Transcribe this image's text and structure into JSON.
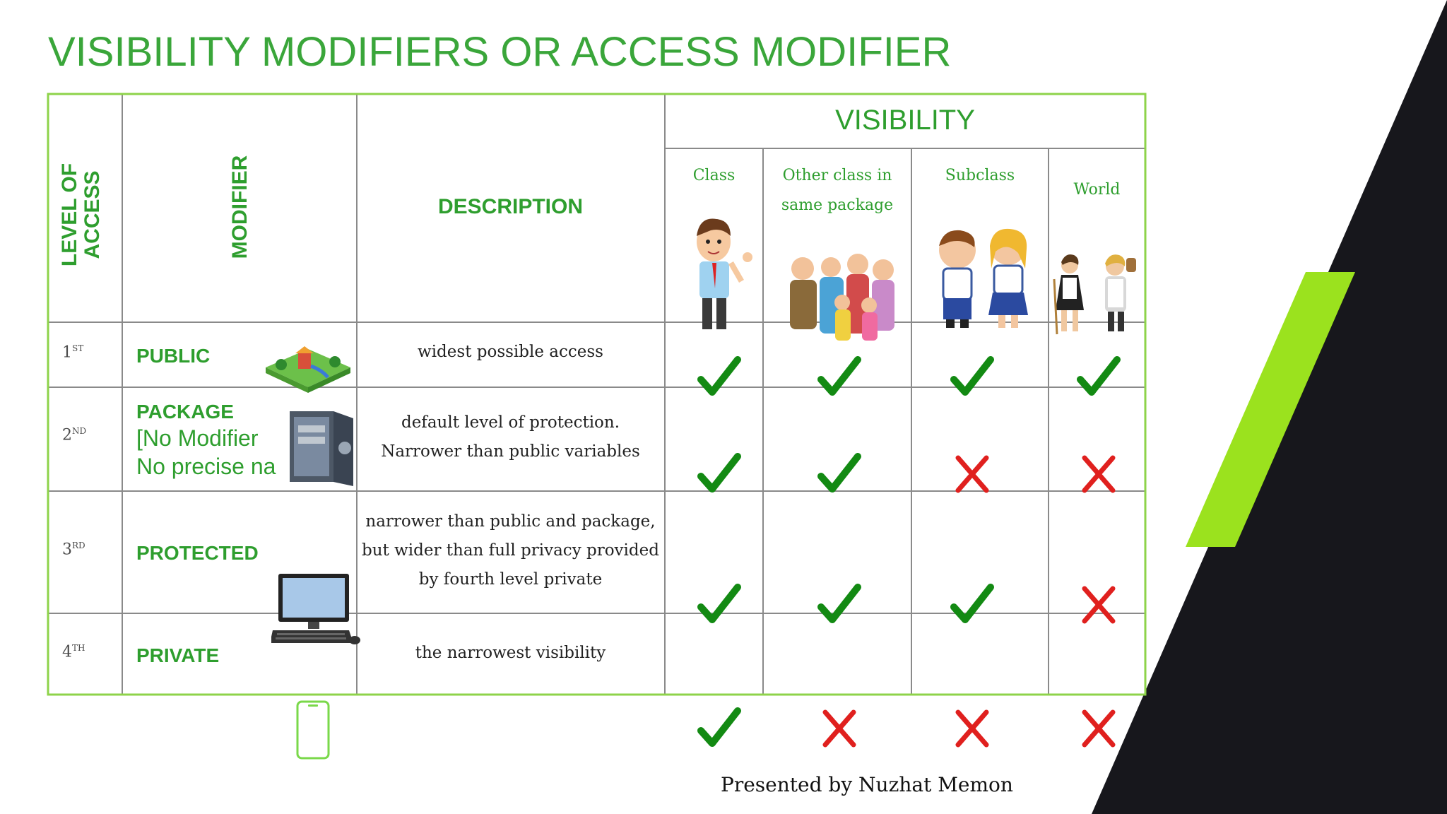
{
  "title": "VISIBILITY MODIFIERS OR ACCESS MODIFIER",
  "headers": {
    "level": "LEVEL OF ACCESS",
    "level_line1": "LEVEL  OF",
    "level_line2": "ACCESS",
    "modifier": "MODIFIER",
    "description": "DESCRIPTION",
    "visibility": "VISIBILITY",
    "columns": {
      "class": "Class",
      "other_line1": "Other class in",
      "other_line2": "same package",
      "subclass": "Subclass",
      "world": "World"
    }
  },
  "rows": [
    {
      "level_num": "1",
      "level_sup": "ST",
      "modifier": "PUBLIC",
      "desc_line1": "widest possible access",
      "desc_line2": "",
      "desc_line3": "",
      "marks": [
        "check",
        "check",
        "check",
        "check"
      ]
    },
    {
      "level_num": "2",
      "level_sup": "ND",
      "modifier": "PACKAGE",
      "note_line1": "[No Modifier",
      "note_line2": "No precise na",
      "desc_line1": "default level of protection.",
      "desc_line2": "Narrower than public variables",
      "desc_line3": "",
      "marks": [
        "check",
        "check",
        "cross",
        "cross"
      ]
    },
    {
      "level_num": "3",
      "level_sup": "RD",
      "modifier": "PROTECTED",
      "desc_line1": "narrower than public and package,",
      "desc_line2": "but wider than full privacy provided",
      "desc_line3": "by fourth level private",
      "marks": [
        "check",
        "check",
        "check",
        "cross"
      ]
    },
    {
      "level_num": "4",
      "level_sup": "TH",
      "modifier": "PRIVATE",
      "desc_line1": "the narrowest visibility",
      "desc_line2": "",
      "desc_line3": "",
      "marks": [
        "check",
        "cross",
        "cross",
        "cross"
      ]
    }
  ],
  "footer": "Presented by Nuzhat Memon",
  "colors": {
    "title_green": "#3aa63a",
    "header_green": "#2e9e2e",
    "table_border_green": "#8ed34a",
    "grid_gray": "#8a8a8a",
    "check_green": "#138a13",
    "cross_red": "#e0201e",
    "accent_lime": "#9be21e",
    "dark_panel": "#17171c"
  },
  "icons": {
    "class_col": "boy-waving-icon",
    "other_col": "family-group-icon",
    "subclass_col": "school-kids-icon",
    "world_col": "workers-icon",
    "public_row": "playground-icon",
    "package_row": "safe-icon",
    "protected_row": "desktop-computer-icon",
    "private_row": "mobile-phone-icon"
  }
}
